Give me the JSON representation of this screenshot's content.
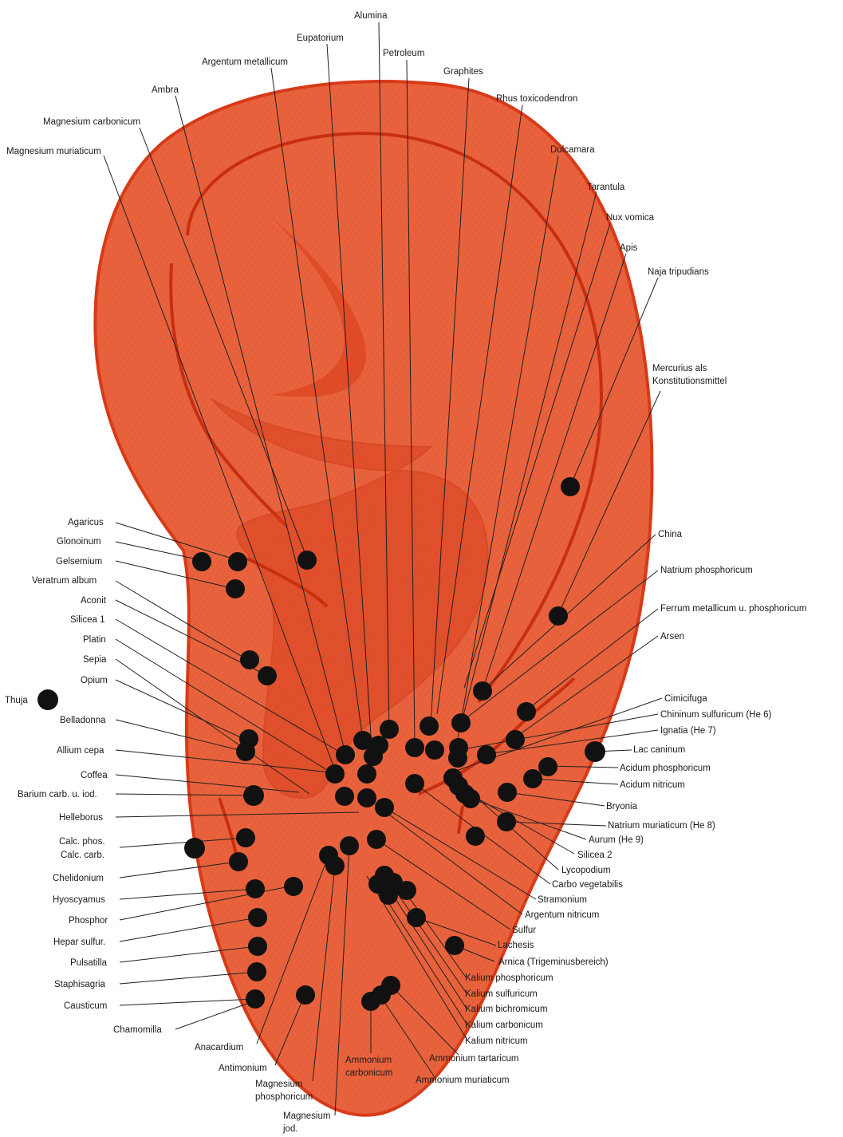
{
  "colors": {
    "ear_fill": "#e8633d",
    "ear_fill_light": "#f3a47f",
    "ear_stroke": "#d83a18",
    "fold_stroke": "#c92e10",
    "point": "#111111",
    "leader": "#1f1f1f"
  },
  "labels": {
    "alumina": "Alumina",
    "eupatorium": "Eupatorium",
    "petroleum": "Petroleum",
    "argentum_metallicum": "Argentum metallicum",
    "graphites": "Graphites",
    "ambra": "Ambra",
    "rhus_toxicodendron": "Rhus toxicodendron",
    "magnesium_carbonicum": "Magnesium carbonicum",
    "dulcamara": "Dulcamara",
    "magnesium_muriaticum": "Magnesium muriaticum",
    "tarantula": "Tarantula",
    "nux_vomica": "Nux vomica",
    "apis": "Apis",
    "naja_tripudians": "Naja tripudians",
    "mercurius_1": "Mercurius als",
    "mercurius_2": "Konstitutionsmittel",
    "agaricus": "Agaricus",
    "glonoinum": "Glonoinum",
    "gelsemium": "Gelsemium",
    "veratrum_album": "Veratrum album",
    "aconit": "Aconit",
    "silicea_1": "Silicea 1",
    "platin": "Platin",
    "sepia": "Sepia",
    "opium": "Opium",
    "thuja": "Thuja",
    "belladonna": "Belladonna",
    "allium_cepa": "Allium cepa",
    "coffea": "Coffea",
    "barium": "Barium carb. u. iod.",
    "helleborus": "Helleborus",
    "calc_phos": "Calc. phos.",
    "calc_carb": "Calc. carb.",
    "chelidonium": "Chelidonium",
    "hyoscyamus": "Hyoscyamus",
    "phosphor": "Phosphor",
    "hepar_sulfur": "Hepar sulfur.",
    "pulsatilla": "Pulsatilla",
    "staphisagria": "Staphisagria",
    "causticum": "Causticum",
    "chamomilla": "Chamomilla",
    "anacardium": "Anacardium",
    "antimonium": "Antimonium",
    "magnesium_phos_1": "Magnesium",
    "magnesium_phos_2": "phosphoricum",
    "magnesium_jod_1": "Magnesium",
    "magnesium_jod_2": "jod.",
    "ammonium_carb_1": "Ammonium",
    "ammonium_carb_2": "carbonicum",
    "ammonium_muriaticum": "Ammonium muriaticum",
    "ammonium_tartaricum": "Ammonium tartaricum",
    "kalium_nitricum": "Kalium nitricum",
    "kalium_carbonicum": "Kalium carbonicum",
    "kalium_bichromicum": "Kalium bichromicum",
    "kalium_sulfuricum": "Kalium sulfuricum",
    "kalium_phosphoricum": "Kalium phosphoricum",
    "arnica": "Arnica (Trigeminusbereich)",
    "lachesis": "Lachesis",
    "sulfur": "Sulfur",
    "argentum_nitricum": "Argentum nitricum",
    "stramonium": "Stramonium",
    "carbo_vegetabilis": "Carbo vegetabilis",
    "lycopodium": "Lycopodium",
    "silicea_2": "Silicea 2",
    "aurum": "Aurum (He 9)",
    "natrium_muriaticum": "Natrium muriaticum (He 8)",
    "bryonia": "Bryonia",
    "acidum_nitricum": "Acidum nitricum",
    "acidum_phosphoricum": "Acidum phosphoricum",
    "lac_caninum": "Lac caninum",
    "ignatia": "Ignatia (He 7)",
    "chininum": "Chininum sulfuricum (He 6)",
    "cimicifuga": "Cimicifuga",
    "arsen": "Arsen",
    "ferrum": "Ferrum metallicum u. phosphoricum",
    "natrium_phosphoricum": "Natrium phosphoricum",
    "china": "China"
  }
}
